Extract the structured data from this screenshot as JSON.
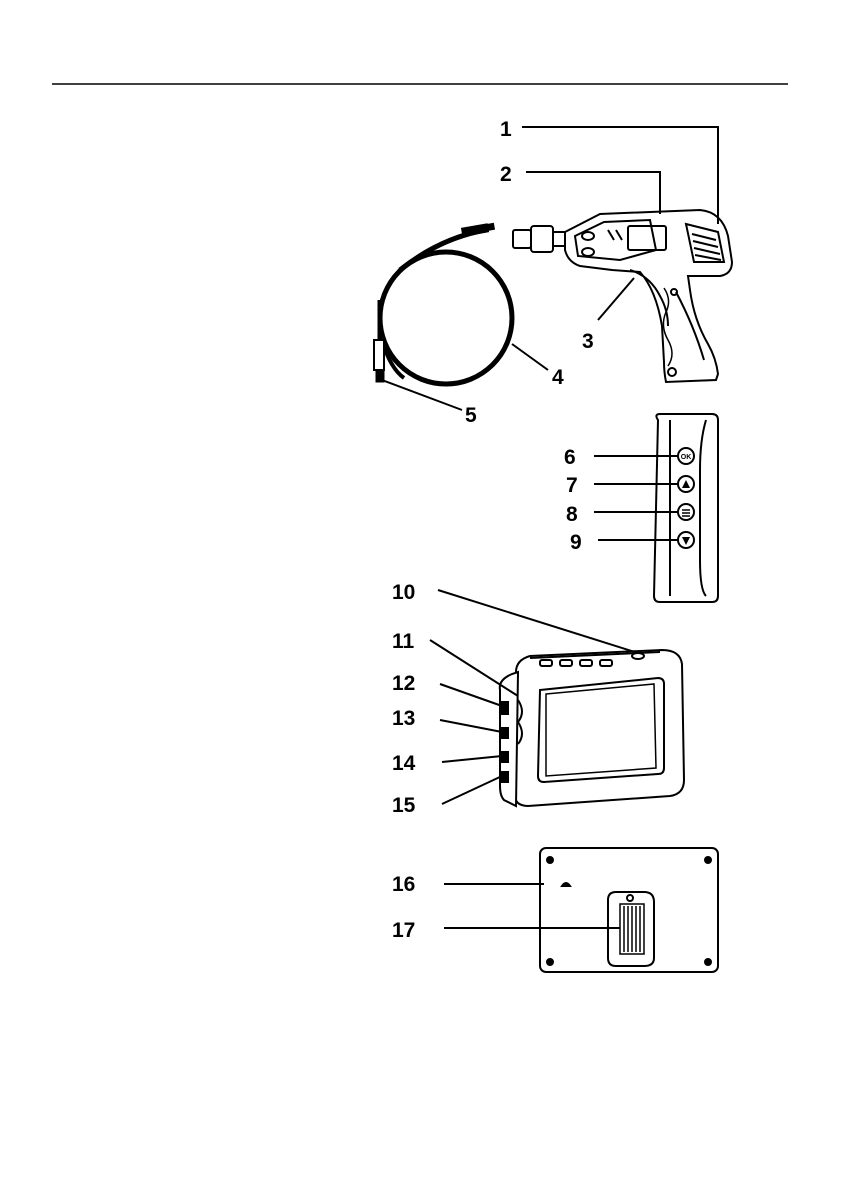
{
  "callouts": [
    {
      "id": "c1",
      "label": "1"
    },
    {
      "id": "c2",
      "label": "2"
    },
    {
      "id": "c3",
      "label": "3"
    },
    {
      "id": "c4",
      "label": "4"
    },
    {
      "id": "c5",
      "label": "5"
    },
    {
      "id": "c6",
      "label": "6"
    },
    {
      "id": "c7",
      "label": "7"
    },
    {
      "id": "c8",
      "label": "8"
    },
    {
      "id": "c9",
      "label": "9"
    },
    {
      "id": "c10",
      "label": "10"
    },
    {
      "id": "c11",
      "label": "11"
    },
    {
      "id": "c12",
      "label": "12"
    },
    {
      "id": "c13",
      "label": "13"
    },
    {
      "id": "c14",
      "label": "14"
    },
    {
      "id": "c15",
      "label": "15"
    },
    {
      "id": "c16",
      "label": "16"
    },
    {
      "id": "c17",
      "label": "17"
    }
  ],
  "button_labels": {
    "ok": "OK"
  }
}
